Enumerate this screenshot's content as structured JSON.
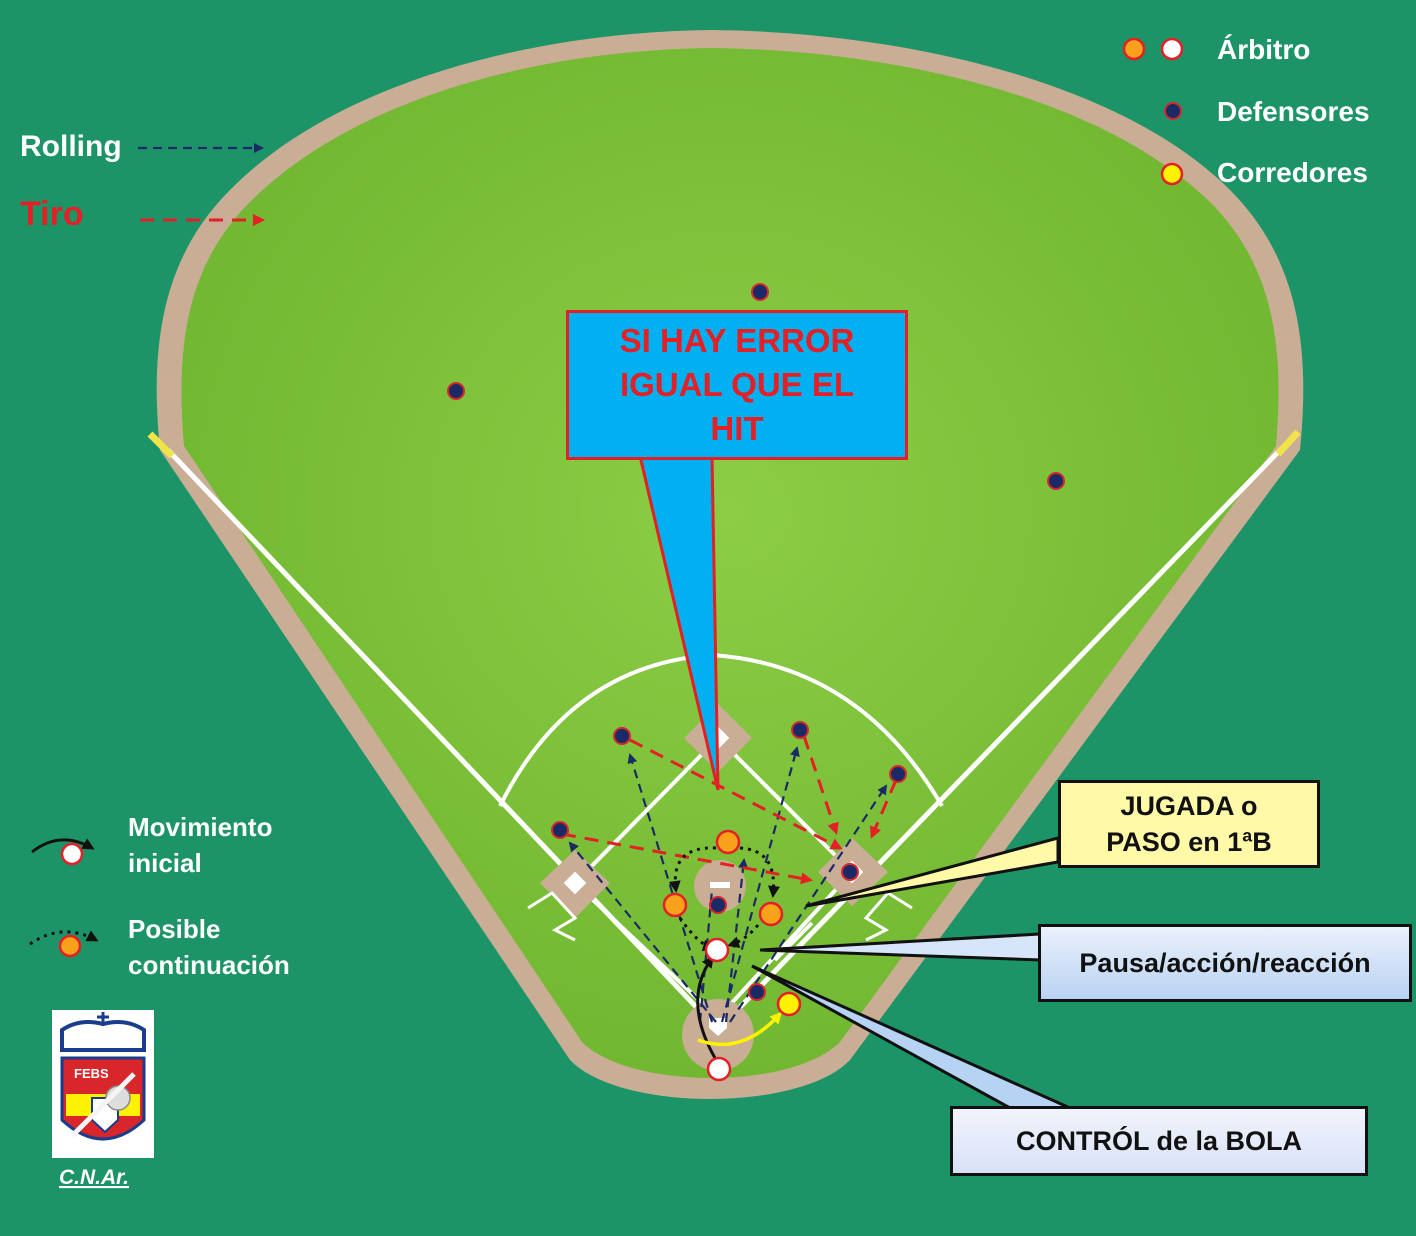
{
  "legend": {
    "rolling_label": "Rolling",
    "tiro_label": "Tiro",
    "arbitro_label": "Árbitro",
    "defensores_label": "Defensores",
    "corredores_label": "Corredores",
    "movimiento_line1": "Movimiento",
    "movimiento_line2": "inicial",
    "posible_line1": "Posible",
    "posible_line2": "continuación"
  },
  "callouts": {
    "error_line1": "SI HAY ERROR",
    "error_line2": "IGUAL QUE EL",
    "error_line3": "HIT",
    "jugada_line1": "JUGADA o",
    "jugada_line2": "PASO en 1ªB",
    "pausa": "Pausa/acción/reacción",
    "control": "CONTRÓL de la BOLA"
  },
  "logo": {
    "caption": "C.N.Ar.",
    "crest_text": "FEBS"
  },
  "colors": {
    "background": "#1d9468",
    "grass": "#7cc13a",
    "track": "#c9ad94",
    "defender": "#1b2a66",
    "defender_edge": "#d8262b",
    "umpire_orange": "#f7a21a",
    "runner_yellow": "#fff200",
    "rolling_line": "#1b2a66",
    "tiro_line": "#e41f26",
    "error_box": "#00b0f0",
    "jugada_box": "#fff9a8",
    "pausa_box": "#d6e6f8",
    "control_box": "#e6ebfa"
  }
}
